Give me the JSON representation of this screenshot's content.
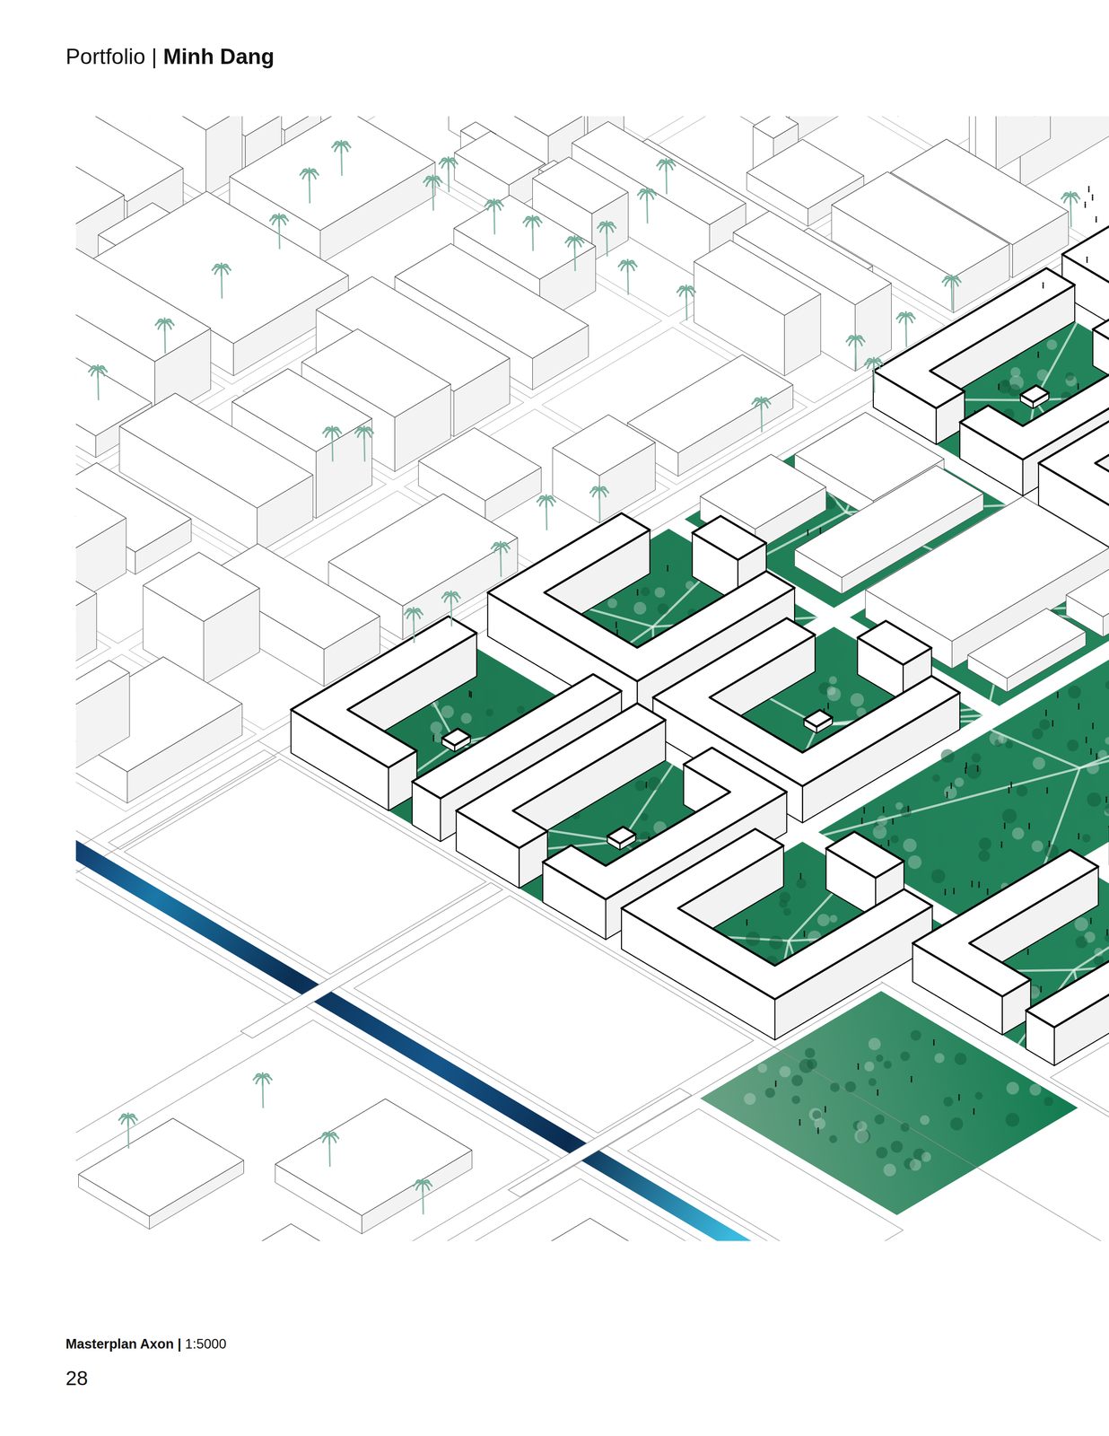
{
  "diagram": {
    "labels": [
      "Portfolio |",
      "Minh Dang",
      "Masterplan Axon |",
      "1:5000",
      "28"
    ]
  }
}
